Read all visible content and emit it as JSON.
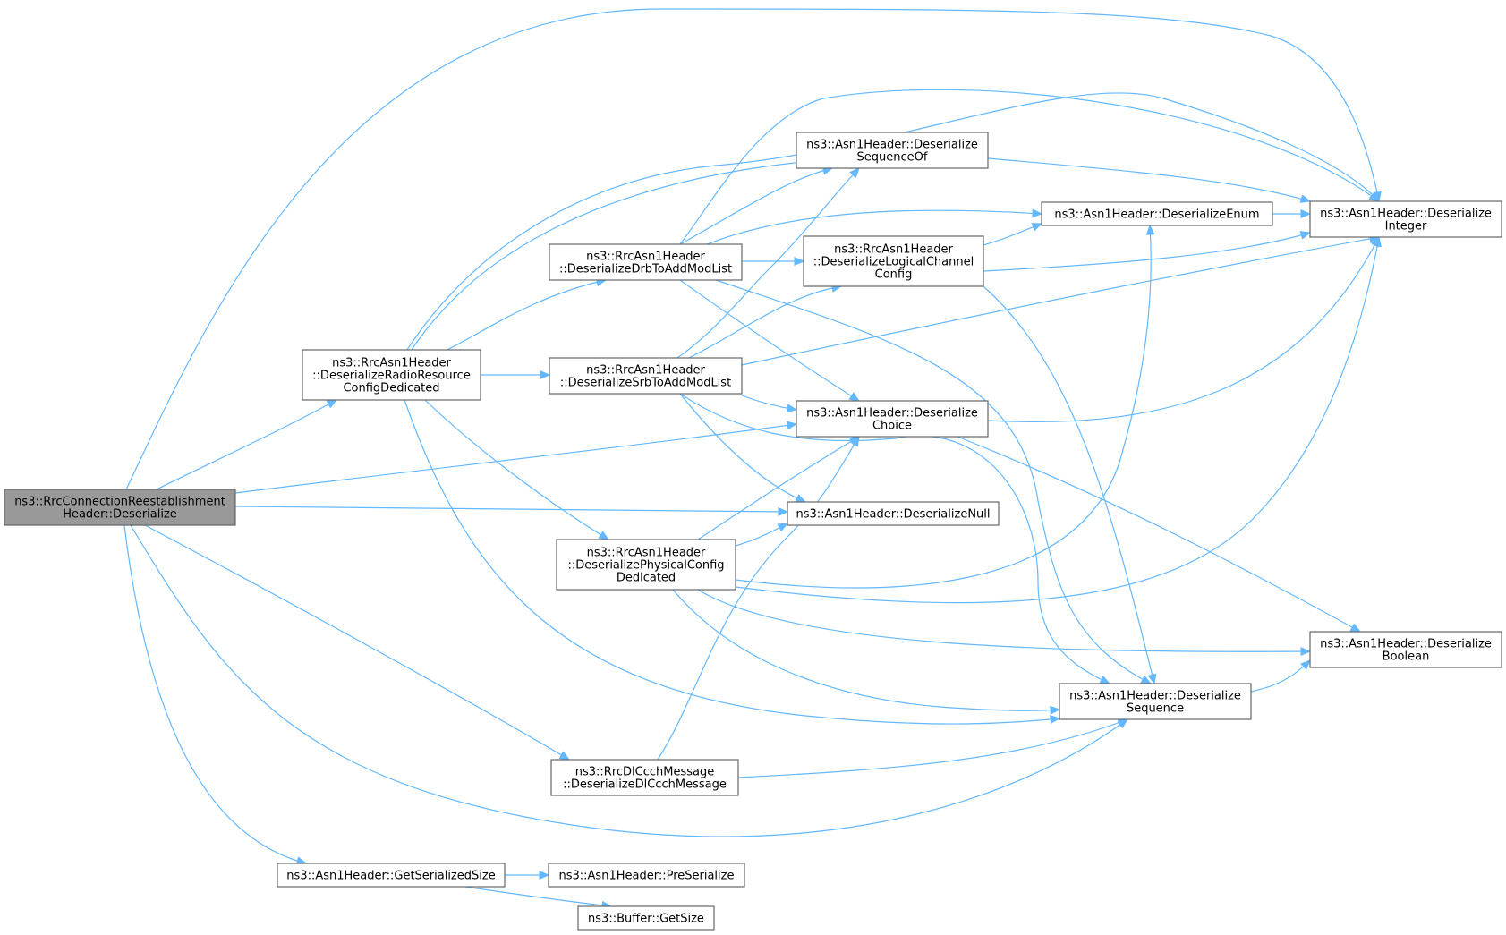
{
  "nodes": [
    {
      "id": "root",
      "lines": [
        "ns3::RrcConnectionReestablishment",
        "Header::Deserialize"
      ],
      "root": true
    },
    {
      "id": "radio",
      "lines": [
        "ns3::RrcAsn1Header",
        "::DeserializeRadioResource",
        "ConfigDedicated"
      ]
    },
    {
      "id": "drb",
      "lines": [
        "ns3::RrcAsn1Header",
        "::DeserializeDrbToAddModList"
      ]
    },
    {
      "id": "srb",
      "lines": [
        "ns3::RrcAsn1Header",
        "::DeserializeSrbToAddModList"
      ]
    },
    {
      "id": "phys",
      "lines": [
        "ns3::RrcAsn1Header",
        "::DeserializePhysicalConfig",
        "Dedicated"
      ]
    },
    {
      "id": "dlccch",
      "lines": [
        "ns3::RrcDlCcchMessage",
        "::DeserializeDlCcchMessage"
      ]
    },
    {
      "id": "getsize",
      "lines": [
        "ns3::Asn1Header::GetSerializedSize"
      ]
    },
    {
      "id": "seqof",
      "lines": [
        "ns3::Asn1Header::Deserialize",
        "SequenceOf"
      ]
    },
    {
      "id": "logch",
      "lines": [
        "ns3::RrcAsn1Header",
        "::DeserializeLogicalChannel",
        "Config"
      ]
    },
    {
      "id": "choice",
      "lines": [
        "ns3::Asn1Header::Deserialize",
        "Choice"
      ]
    },
    {
      "id": "null",
      "lines": [
        "ns3::Asn1Header::DeserializeNull"
      ]
    },
    {
      "id": "enum",
      "lines": [
        "ns3::Asn1Header::DeserializeEnum"
      ]
    },
    {
      "id": "seq",
      "lines": [
        "ns3::Asn1Header::Deserialize",
        "Sequence"
      ]
    },
    {
      "id": "integer",
      "lines": [
        "ns3::Asn1Header::Deserialize",
        "Integer"
      ]
    },
    {
      "id": "bool",
      "lines": [
        "ns3::Asn1Header::Deserialize",
        "Boolean"
      ]
    },
    {
      "id": "preser",
      "lines": [
        "ns3::Asn1Header::PreSerialize"
      ]
    },
    {
      "id": "bufsize",
      "lines": [
        "ns3::Buffer::GetSize"
      ]
    }
  ],
  "edges": [
    {
      "from": "root",
      "to": "integer"
    },
    {
      "from": "root",
      "to": "radio"
    },
    {
      "from": "root",
      "to": "choice"
    },
    {
      "from": "root",
      "to": "null"
    },
    {
      "from": "root",
      "to": "dlccch"
    },
    {
      "from": "root",
      "to": "seq"
    },
    {
      "from": "root",
      "to": "getsize"
    },
    {
      "from": "radio",
      "to": "integer"
    },
    {
      "from": "radio",
      "to": "seqof"
    },
    {
      "from": "radio",
      "to": "drb"
    },
    {
      "from": "radio",
      "to": "srb"
    },
    {
      "from": "radio",
      "to": "phys"
    },
    {
      "from": "radio",
      "to": "seq"
    },
    {
      "from": "drb",
      "to": "integer"
    },
    {
      "from": "drb",
      "to": "seqof"
    },
    {
      "from": "drb",
      "to": "enum"
    },
    {
      "from": "drb",
      "to": "logch"
    },
    {
      "from": "drb",
      "to": "choice"
    },
    {
      "from": "drb",
      "to": "seq"
    },
    {
      "from": "srb",
      "to": "seqof"
    },
    {
      "from": "srb",
      "to": "logch"
    },
    {
      "from": "srb",
      "to": "integer"
    },
    {
      "from": "srb",
      "to": "choice"
    },
    {
      "from": "srb",
      "to": "null"
    },
    {
      "from": "srb",
      "to": "seq"
    },
    {
      "from": "seqof",
      "to": "integer"
    },
    {
      "from": "logch",
      "to": "enum"
    },
    {
      "from": "logch",
      "to": "integer"
    },
    {
      "from": "logch",
      "to": "seq"
    },
    {
      "from": "enum",
      "to": "integer"
    },
    {
      "from": "choice",
      "to": "integer"
    },
    {
      "from": "choice",
      "to": "bool"
    },
    {
      "from": "phys",
      "to": "choice"
    },
    {
      "from": "phys",
      "to": "null"
    },
    {
      "from": "phys",
      "to": "enum"
    },
    {
      "from": "phys",
      "to": "integer"
    },
    {
      "from": "phys",
      "to": "bool"
    },
    {
      "from": "phys",
      "to": "seq"
    },
    {
      "from": "dlccch",
      "to": "choice"
    },
    {
      "from": "dlccch",
      "to": "seq"
    },
    {
      "from": "seq",
      "to": "bool"
    },
    {
      "from": "getsize",
      "to": "preser"
    },
    {
      "from": "getsize",
      "to": "bufsize"
    }
  ]
}
